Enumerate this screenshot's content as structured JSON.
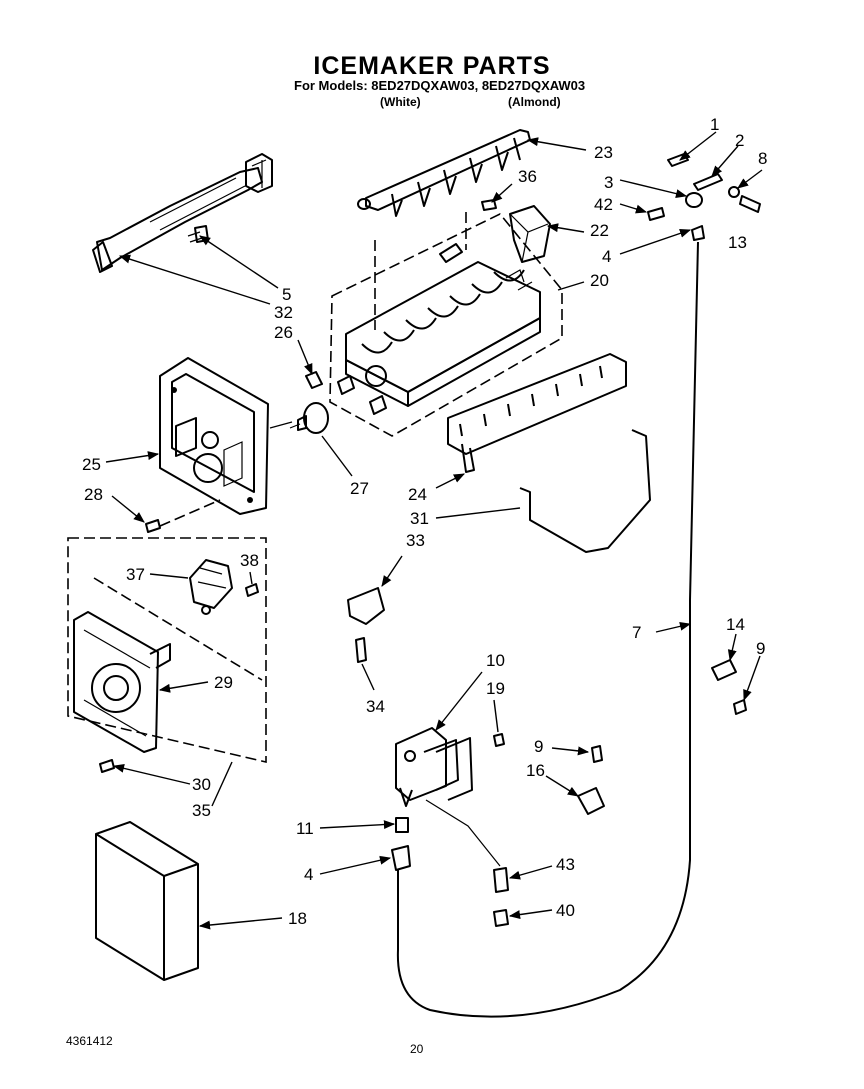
{
  "header": {
    "title": "ICEMAKER PARTS",
    "models_line": "For Models: 8ED27DQXAW03, 8ED27DQXAW03",
    "color_white": "(White)",
    "color_almond": "(Almond)"
  },
  "footer": {
    "doc_number": "4361412",
    "page_number": "20"
  },
  "callouts": [
    {
      "id": "c1",
      "label": "1"
    },
    {
      "id": "c2",
      "label": "2"
    },
    {
      "id": "c3",
      "label": "3"
    },
    {
      "id": "c4a",
      "label": "4"
    },
    {
      "id": "c4b",
      "label": "4"
    },
    {
      "id": "c5",
      "label": "5"
    },
    {
      "id": "c7",
      "label": "7"
    },
    {
      "id": "c8",
      "label": "8"
    },
    {
      "id": "c9a",
      "label": "9"
    },
    {
      "id": "c9b",
      "label": "9"
    },
    {
      "id": "c10",
      "label": "10"
    },
    {
      "id": "c11",
      "label": "11"
    },
    {
      "id": "c13",
      "label": "13"
    },
    {
      "id": "c14",
      "label": "14"
    },
    {
      "id": "c16",
      "label": "16"
    },
    {
      "id": "c18",
      "label": "18"
    },
    {
      "id": "c19",
      "label": "19"
    },
    {
      "id": "c20",
      "label": "20"
    },
    {
      "id": "c22",
      "label": "22"
    },
    {
      "id": "c23",
      "label": "23"
    },
    {
      "id": "c24",
      "label": "24"
    },
    {
      "id": "c25",
      "label": "25"
    },
    {
      "id": "c26",
      "label": "26"
    },
    {
      "id": "c27",
      "label": "27"
    },
    {
      "id": "c28",
      "label": "28"
    },
    {
      "id": "c29",
      "label": "29"
    },
    {
      "id": "c30",
      "label": "30"
    },
    {
      "id": "c31",
      "label": "31"
    },
    {
      "id": "c32",
      "label": "32"
    },
    {
      "id": "c33",
      "label": "33"
    },
    {
      "id": "c34",
      "label": "34"
    },
    {
      "id": "c35",
      "label": "35"
    },
    {
      "id": "c36",
      "label": "36"
    },
    {
      "id": "c37",
      "label": "37"
    },
    {
      "id": "c38",
      "label": "38"
    },
    {
      "id": "c40",
      "label": "40"
    },
    {
      "id": "c42",
      "label": "42"
    },
    {
      "id": "c43",
      "label": "43"
    }
  ]
}
